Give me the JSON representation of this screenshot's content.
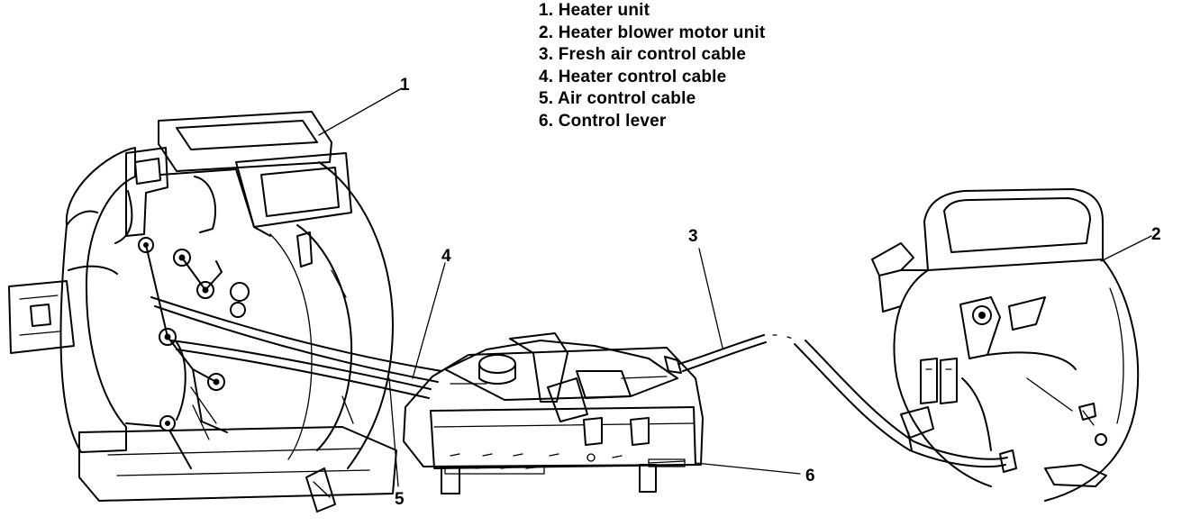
{
  "legend": {
    "items": [
      {
        "number": "1.",
        "label": "Heater unit"
      },
      {
        "number": "2.",
        "label": "Heater blower motor unit"
      },
      {
        "number": "3.",
        "label": "Fresh air control cable"
      },
      {
        "number": "4.",
        "label": "Heater control cable"
      },
      {
        "number": "5.",
        "label": "Air control cable"
      },
      {
        "number": "6.",
        "label": "Control lever"
      }
    ]
  },
  "callouts": {
    "c1": "1",
    "c2": "2",
    "c3": "3",
    "c4": "4",
    "c5": "5",
    "c6": "6"
  }
}
